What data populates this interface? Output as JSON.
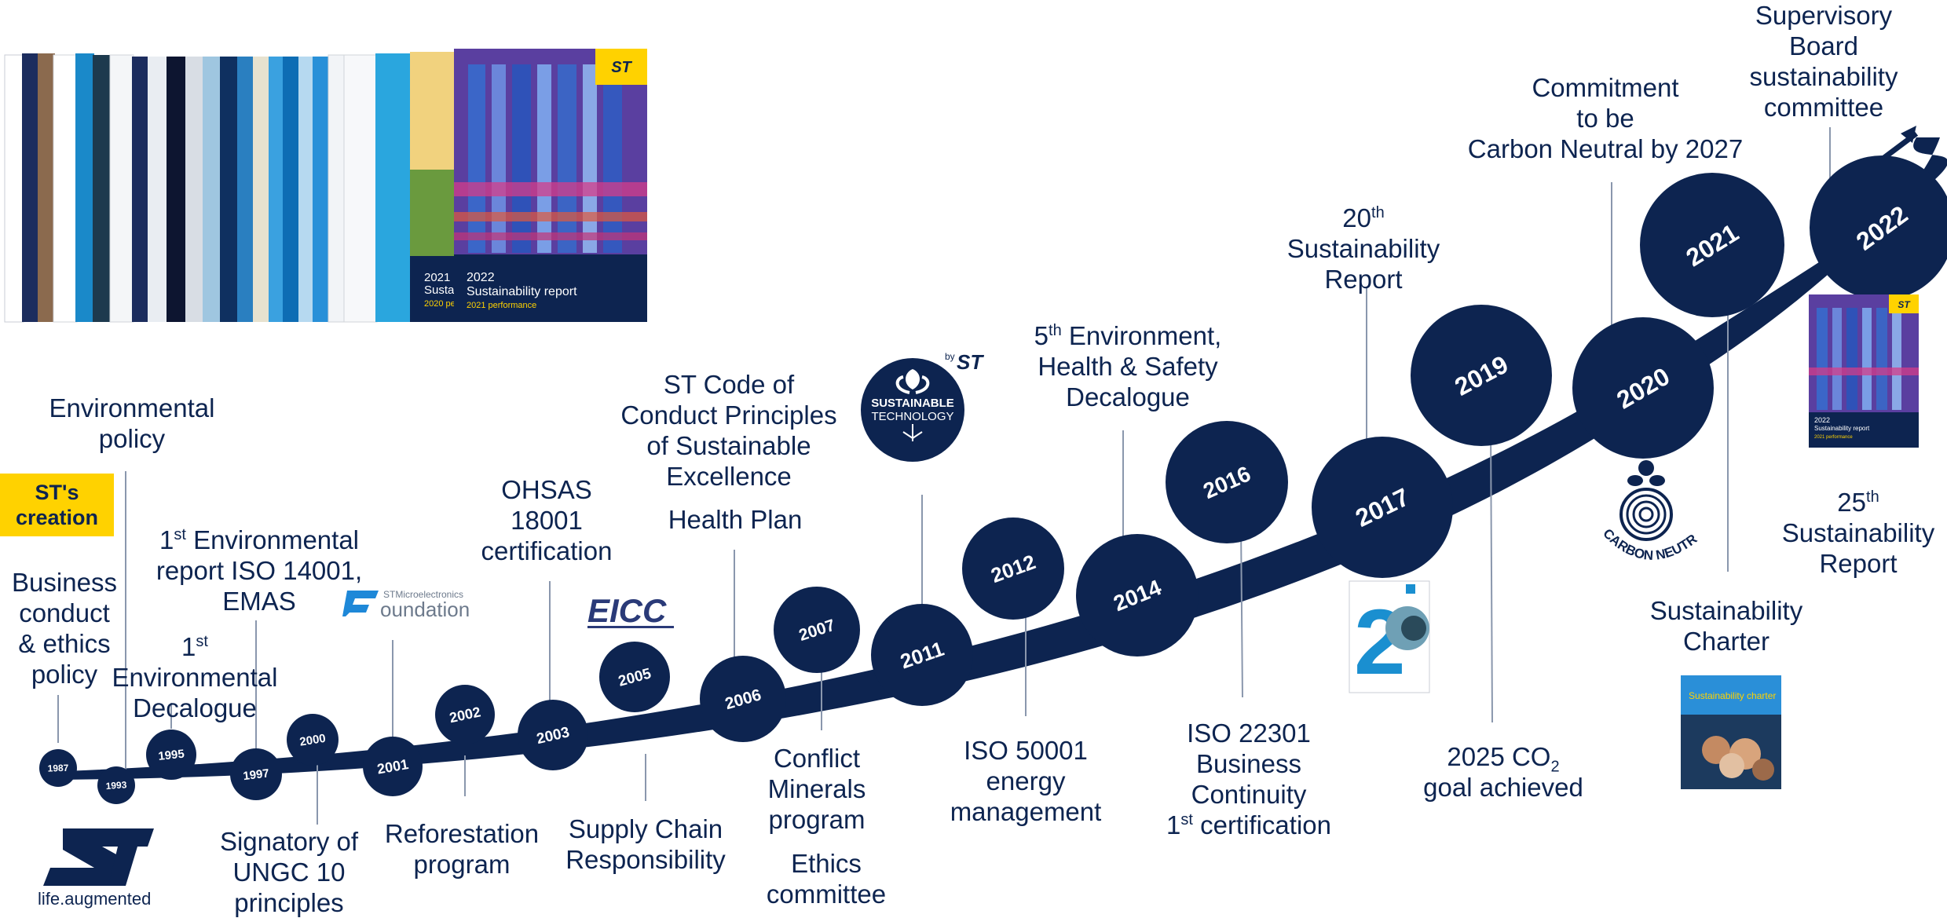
{
  "creation_badge": "ST's creation",
  "milestones": [
    {
      "year": "1987"
    },
    {
      "year": "1993"
    },
    {
      "year": "1995"
    },
    {
      "year": "1997"
    },
    {
      "year": "2000"
    },
    {
      "year": "2001"
    },
    {
      "year": "2002"
    },
    {
      "year": "2003"
    },
    {
      "year": "2005"
    },
    {
      "year": "2006"
    },
    {
      "year": "2007"
    },
    {
      "year": "2011"
    },
    {
      "year": "2012"
    },
    {
      "year": "2014"
    },
    {
      "year": "2016"
    },
    {
      "year": "2017"
    },
    {
      "year": "2019"
    },
    {
      "year": "2020"
    },
    {
      "year": "2021"
    },
    {
      "year": "2022"
    }
  ],
  "labels": {
    "env_policy": [
      "Environmental",
      "policy"
    ],
    "business_conduct": [
      "Business",
      "conduct",
      "& ethics",
      "policy"
    ],
    "env_report": {
      "sup": "st",
      "line1": "Environmental",
      "line2": "report ISO 14001,",
      "line3": "EMAS"
    },
    "env_decalogue": {
      "sup": "st",
      "line1": "Environmental",
      "line2": "Decalogue"
    },
    "ungc": [
      "Signatory of",
      "UNGC 10",
      "principles"
    ],
    "reforestation": [
      "Reforestation",
      "program"
    ],
    "ohsas": [
      "OHSAS",
      "18001",
      "certification"
    ],
    "supply_chain": [
      "Supply Chain",
      "Responsibility"
    ],
    "code_conduct": [
      "ST Code of",
      "Conduct Principles",
      "of Sustainable",
      "Excellence"
    ],
    "health_plan": "Health Plan",
    "conflict_minerals": [
      "Conflict",
      "Minerals",
      "program"
    ],
    "ethics_committee": [
      "Ethics",
      "committee"
    ],
    "iso50001": [
      "ISO 50001",
      "energy",
      "management"
    ],
    "ehs_decalogue": {
      "num": "5",
      "sup": "th",
      "line1": "Environment,",
      "line2": "Health & Safety",
      "line3": "Decalogue"
    },
    "iso22301": {
      "line1": "ISO 22301",
      "line2": "Business",
      "line3": "Continuity",
      "num": "1",
      "sup": "st",
      "line4": "certification"
    },
    "report20": {
      "num": "20",
      "sup": "th",
      "line1": "Sustainability",
      "line2": "Report"
    },
    "co2_goal": {
      "line1": "2025 CO",
      "sub": "2",
      "line2": "goal achieved"
    },
    "carbon_neutral_commit": [
      "Commitment",
      "to be",
      "Carbon Neutral by 2027"
    ],
    "charter": [
      "Sustainability",
      "Charter"
    ],
    "supervisory": [
      "Supervisory",
      "Board",
      "sustainability",
      "committee"
    ],
    "report25": {
      "num": "25",
      "sup": "th",
      "line1": "Sustainability",
      "line2": "Report"
    }
  },
  "logos": {
    "st_tagline": "life.augmented",
    "foundation_top": "STMicroelectronics",
    "foundation_name": "oundation",
    "eicc": "EICC",
    "sustainable_tech_line1": "SUSTAINABLE",
    "sustainable_tech_line2": "TECHNOLOGY",
    "sustainable_tech_by": "by",
    "carbon_neutral": "CARBON NEUTRAL"
  },
  "covers": {
    "cover_2022_year": "2022",
    "cover_2022_title": "Sustainability report",
    "cover_2022_sub": "2021 performance",
    "cover_2021_year": "2021",
    "cover_2021_title": "Susta",
    "cover_2021_sub": "2020 pe",
    "small_cover_title": "2022",
    "small_cover_sub": "Sustainability report",
    "small_cover_perf": "2021 performance",
    "charter_cover_title": "Sustainability charter"
  },
  "colors": {
    "navy": "#0d2450",
    "yellow": "#ffd200",
    "line_grey": "#8a97ad",
    "foundation_blue": "#1e88d8"
  }
}
